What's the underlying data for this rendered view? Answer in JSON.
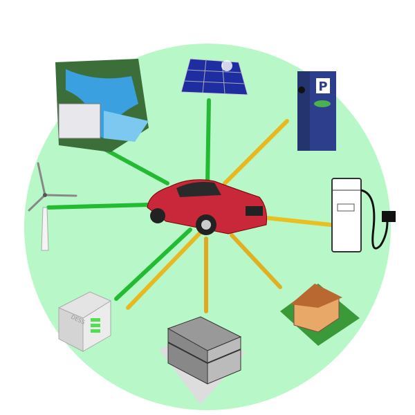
{
  "colors": {
    "background_circle": "#b8f7c8",
    "green_link": "#22bb33",
    "yellow_link": "#e8b820",
    "car": "#c8283a"
  },
  "nodes": [
    {
      "id": "hydro-dam",
      "icon": "hydro-dam-icon",
      "link": "green"
    },
    {
      "id": "solar-panel",
      "icon": "solar-panel-icon",
      "link": "green"
    },
    {
      "id": "parking-charger",
      "icon": "parking-charger-icon",
      "link": "yellow",
      "sign_text": "P"
    },
    {
      "id": "ev-charger",
      "icon": "ev-charger-icon",
      "link": "yellow"
    },
    {
      "id": "house",
      "icon": "house-icon",
      "link": "yellow-green"
    },
    {
      "id": "office-building",
      "icon": "office-building-icon",
      "link": "yellow-green"
    },
    {
      "id": "energy-storage",
      "icon": "battery-storage-icon",
      "link": "green-yellow",
      "label": "DESS"
    },
    {
      "id": "wind-turbine",
      "icon": "wind-turbine-icon",
      "link": "green"
    }
  ],
  "center": {
    "id": "electric-car",
    "icon": "car-icon"
  }
}
